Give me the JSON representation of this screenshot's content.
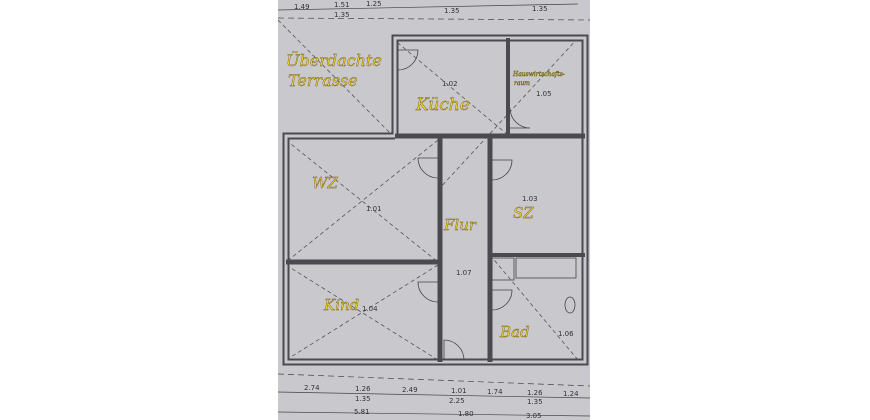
{
  "rooms": {
    "terrace": {
      "label_line1": "Überdachte",
      "label_line2": "Terrasse"
    },
    "kitchen": {
      "label": "Küche",
      "number": "1.02"
    },
    "utility": {
      "label_line1": "Hauswirtschafts-",
      "label_line2": "raum",
      "number": "1.05"
    },
    "living": {
      "label": "WZ",
      "number": "1.01"
    },
    "hall": {
      "label": "Flur",
      "number": "1.07"
    },
    "bedroom": {
      "label": "SZ",
      "number": "1.03"
    },
    "child": {
      "label": "Kind",
      "number": "1.04"
    },
    "bath": {
      "label": "Bad",
      "number": "1.06"
    }
  },
  "dimensions_top": [
    "1.49",
    "1.51",
    "1.25",
    "1.35",
    "1.35",
    "1.35"
  ],
  "dimensions_bottom_row1": [
    "2.74",
    "1.26",
    "2.49",
    "1.01",
    "1.74",
    "1.26",
    "1.24"
  ],
  "dimensions_bottom_row2": [
    "1.35",
    "2.25",
    "1.35"
  ],
  "dimensions_bottom_row3": [
    "5.81",
    "1.80",
    "3.05"
  ]
}
